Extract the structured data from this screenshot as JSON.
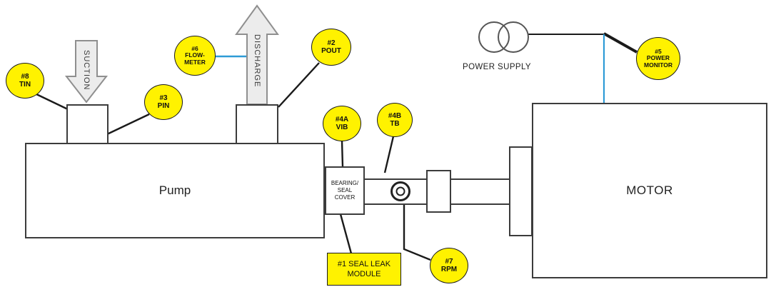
{
  "diagram": {
    "pump_label": "Pump",
    "motor_label": "MOTOR",
    "power_supply_label": "POWER SUPPLY",
    "suction_label": "SUCTION",
    "discharge_label": "DISCHARGE",
    "bearing_cover_label": "BEARING/\nSEAL\nCOVER",
    "seal_leak_module_label": "#1 SEAL LEAK\nMODULE"
  },
  "sensors": [
    {
      "id": "#8",
      "name": "TIN"
    },
    {
      "id": "#3",
      "name": "PIN"
    },
    {
      "id": "#6",
      "name": "FLOW-\nMETER"
    },
    {
      "id": "#2",
      "name": "POUT"
    },
    {
      "id": "#4A",
      "name": "VIB"
    },
    {
      "id": "#4B",
      "name": "TB"
    },
    {
      "id": "#5",
      "name": "POWER\nMONITOR"
    },
    {
      "id": "#7",
      "name": "RPM"
    }
  ],
  "colors": {
    "sensor_yellow": "#FFF200",
    "signal_blue": "#2E9BD6",
    "line_black": "#1a1a1a"
  }
}
